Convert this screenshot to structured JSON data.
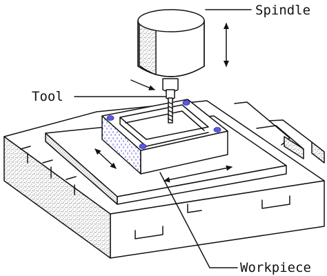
{
  "labels": {
    "spindle": "Spindle",
    "tool": "Tool",
    "workpiece": "Workpiece"
  },
  "colors": {
    "outline": "#111111",
    "workpiece_outline": "#3d3dd6",
    "workpiece_hole": "#5a5adf",
    "background": "#ffffff"
  },
  "icons": {
    "spindle_motion": "double-headed-vertical-arrow",
    "tool_rotation": "curved-rotation-arrow",
    "table_motion": "double-headed-horizontal-arrow"
  }
}
